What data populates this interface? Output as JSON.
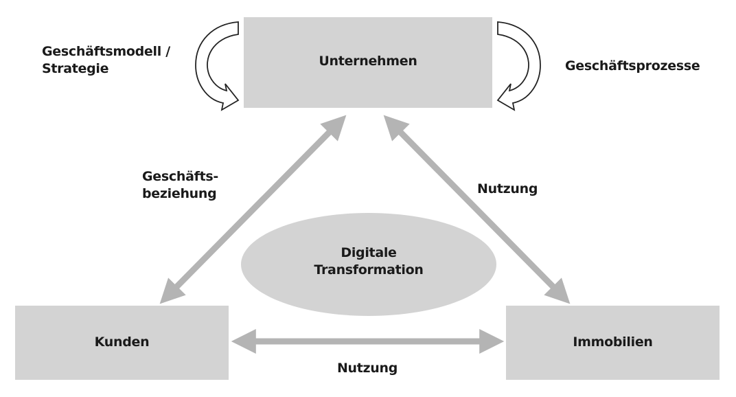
{
  "nodes": {
    "company": "Unternehmen",
    "customers": "Kunden",
    "real_estate": "Immobilien",
    "center": [
      "Digitale",
      "Transformation"
    ]
  },
  "labels": {
    "business_model": [
      "Geschäftsmodell /",
      "Strategie"
    ],
    "business_processes": "Geschäftsprozesse",
    "business_relationship": [
      "Geschäfts-",
      "beziehung"
    ],
    "usage_right": "Nutzung",
    "usage_bottom": "Nutzung"
  },
  "colors": {
    "box": "#d3d3d3",
    "arrow": "#b4b4b4",
    "ellipse": "#d3d3d3"
  }
}
